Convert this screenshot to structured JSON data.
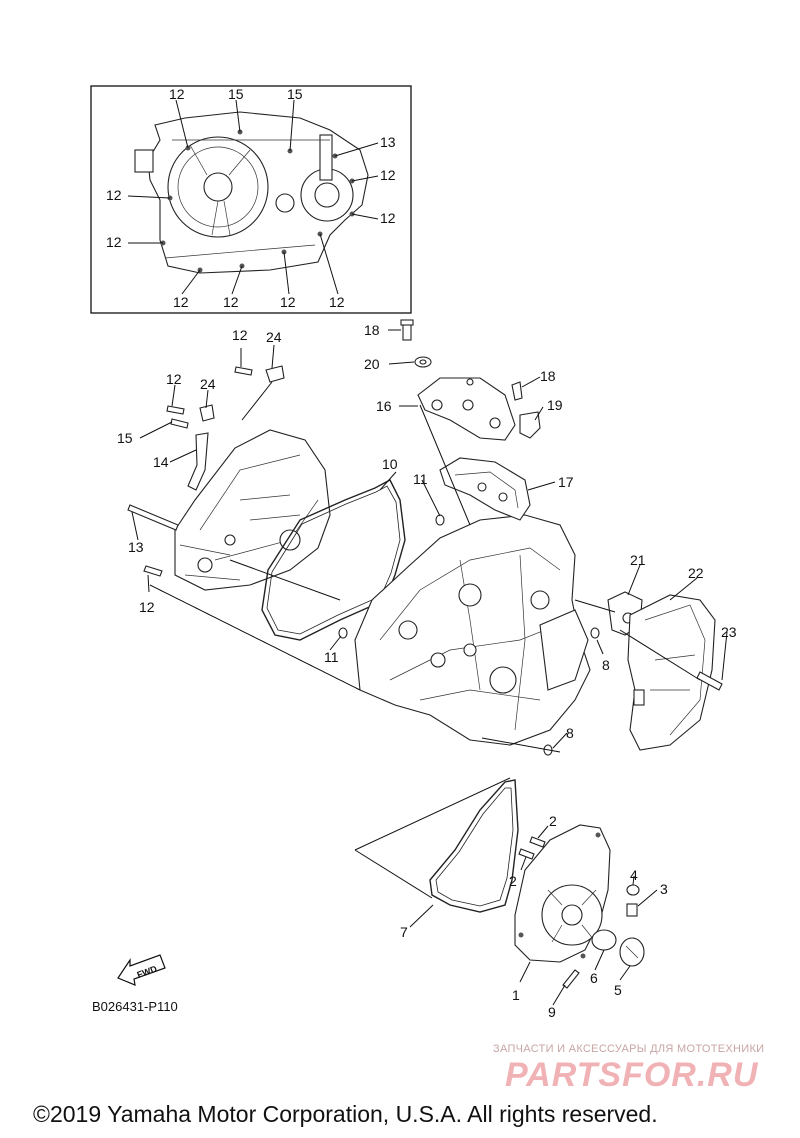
{
  "inset_labels": {
    "l12a": "12",
    "l15a": "15",
    "l15b": "15",
    "l13": "13",
    "l12b": "12",
    "l12c": "12",
    "l12d": "12",
    "l12e": "12",
    "l12f": "12",
    "l12g": "12",
    "l12h": "12",
    "l12i": "12"
  },
  "callouts": {
    "c1": "1",
    "c2a": "2",
    "c2b": "2",
    "c3": "3",
    "c4": "4",
    "c5": "5",
    "c6": "6",
    "c7": "7",
    "c8a": "8",
    "c8b": "8",
    "c9": "9",
    "c10": "10",
    "c11a": "11",
    "c11b": "11",
    "c12a": "12",
    "c12b": "12",
    "c12c": "12",
    "c13": "13",
    "c14": "14",
    "c15": "15",
    "c16": "16",
    "c17": "17",
    "c18a": "18",
    "c18b": "18",
    "c19": "19",
    "c20": "20",
    "c21": "21",
    "c22": "22",
    "c23": "23",
    "c24a": "24",
    "c24b": "24"
  },
  "fwd_label": "FWD",
  "diagram_code": "B026431-P110",
  "watermark": {
    "tagline": "ЗАПЧАСТИ И АКСЕССУАРЫ ДЛЯ МОТОТЕХНИКИ",
    "logo": "PARTSFOR.RU",
    "color": "#f1b2b6"
  },
  "copyright": "©2019 Yamaha Motor Corporation, U.S.A. All rights reserved."
}
